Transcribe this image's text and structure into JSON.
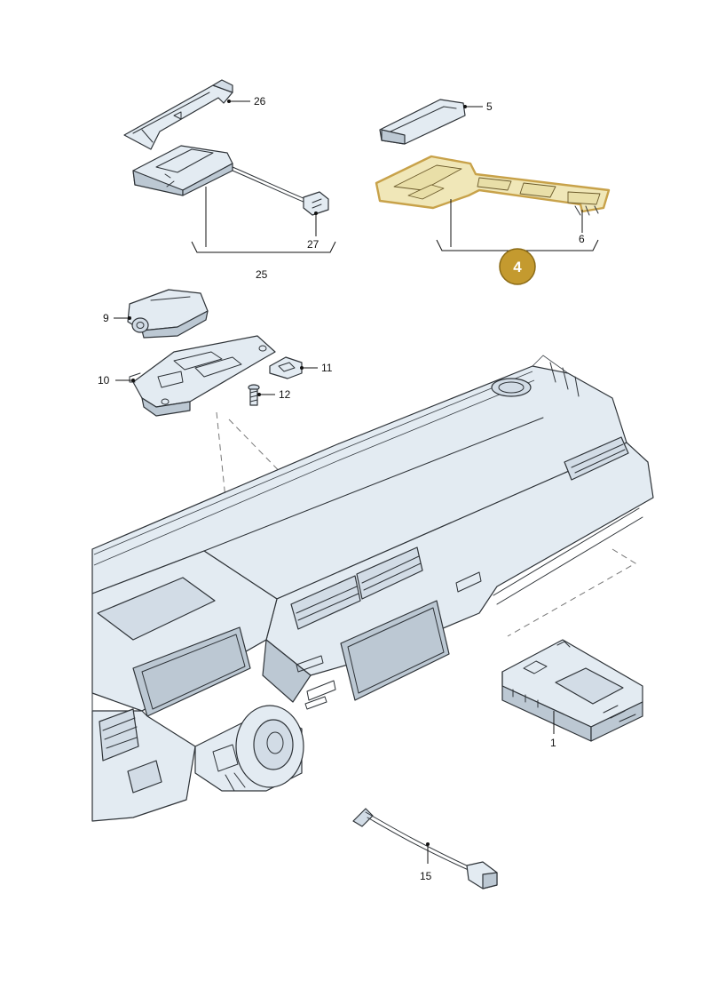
{
  "callouts": {
    "c1": "1",
    "c4": "4",
    "c5": "5",
    "c6": "6",
    "c9": "9",
    "c10": "10",
    "c11": "11",
    "c12": "12",
    "c15": "15",
    "c25": "25",
    "c26": "26",
    "c27": "27"
  },
  "highlight": {
    "assembly_callout": "4",
    "accent_color": "#c49a2f",
    "part_fill": "#f0e7b8"
  },
  "palette": {
    "part_fill": "#e3ebf2",
    "outline": "#2e3338",
    "background": "#ffffff"
  }
}
